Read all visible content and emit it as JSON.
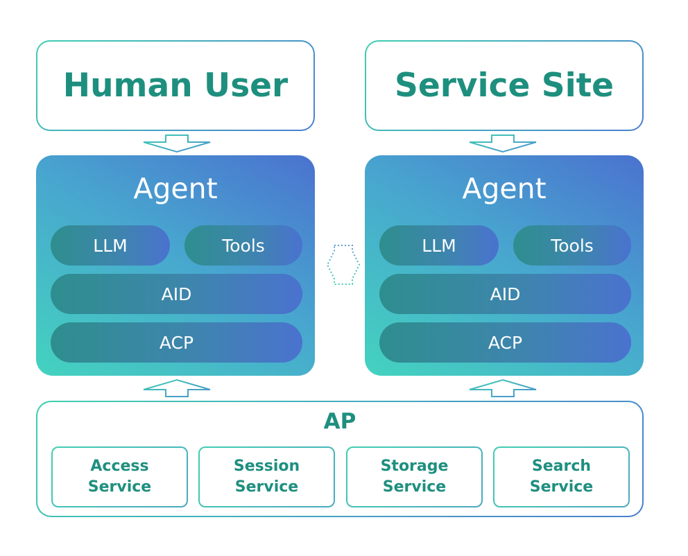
{
  "top_left": {
    "label": "Human User"
  },
  "top_right": {
    "label": "Service Site"
  },
  "agents": [
    {
      "title": "Agent",
      "llm": "LLM",
      "tools": "Tools",
      "aid": "AID",
      "acp": "ACP"
    },
    {
      "title": "Agent",
      "llm": "LLM",
      "tools": "Tools",
      "aid": "AID",
      "acp": "ACP"
    }
  ],
  "ap": {
    "title": "AP",
    "services": [
      {
        "line1": "Access",
        "line2": "Service"
      },
      {
        "line1": "Session",
        "line2": "Service"
      },
      {
        "line1": "Storage",
        "line2": "Service"
      },
      {
        "line1": "Search",
        "line2": "Service"
      }
    ]
  },
  "colors": {
    "accent_text": "#1e8f7f",
    "agent_gradient_start": "#44d3bf",
    "agent_gradient_end": "#4a72cf",
    "border_gradient_start": "#3fcfb0",
    "border_gradient_end": "#4a7fd0"
  }
}
